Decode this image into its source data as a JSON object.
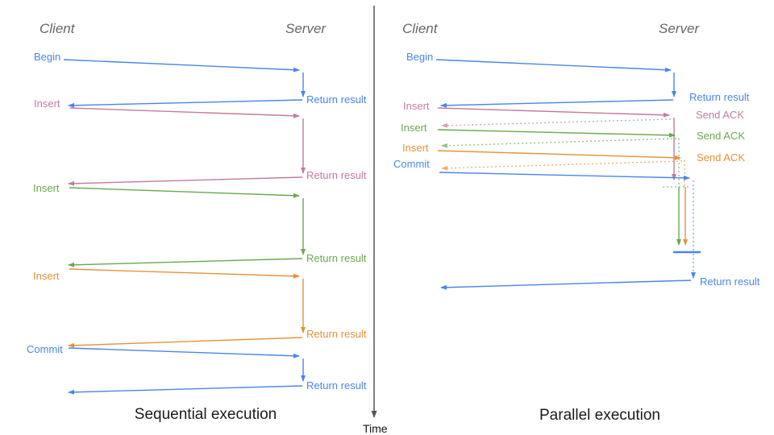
{
  "palette": {
    "blue": "#4a86e8",
    "pink": "#c27ba0",
    "green": "#6aa84f",
    "orange": "#e69138",
    "axis": "#555555",
    "title_color": "#1a1a1a",
    "header_color": "#666666"
  },
  "time_axis": {
    "label": "Time"
  },
  "sequential": {
    "title": "Sequential execution",
    "client_header": "Client",
    "server_header": "Server",
    "steps": [
      {
        "request": "Begin",
        "response": "Return result",
        "color": "blue"
      },
      {
        "request": "Insert",
        "response": "Return result",
        "color": "pink"
      },
      {
        "request": "Insert",
        "response": "Return result",
        "color": "green"
      },
      {
        "request": "Insert",
        "response": "Return result",
        "color": "orange"
      },
      {
        "request": "Commit",
        "response": "Return result",
        "color": "blue"
      }
    ]
  },
  "parallel": {
    "title": "Parallel execution",
    "client_header": "Client",
    "server_header": "Server",
    "steps": [
      {
        "request": "Begin",
        "response": "Return result",
        "color": "blue"
      },
      {
        "request": "Insert",
        "response": "Send ACK",
        "color": "pink"
      },
      {
        "request": "Insert",
        "response": "Send ACK",
        "color": "green"
      },
      {
        "request": "Insert",
        "response": "Send ACK",
        "color": "orange"
      },
      {
        "request": "Commit",
        "color": "blue"
      }
    ],
    "final_response": "Return result"
  }
}
